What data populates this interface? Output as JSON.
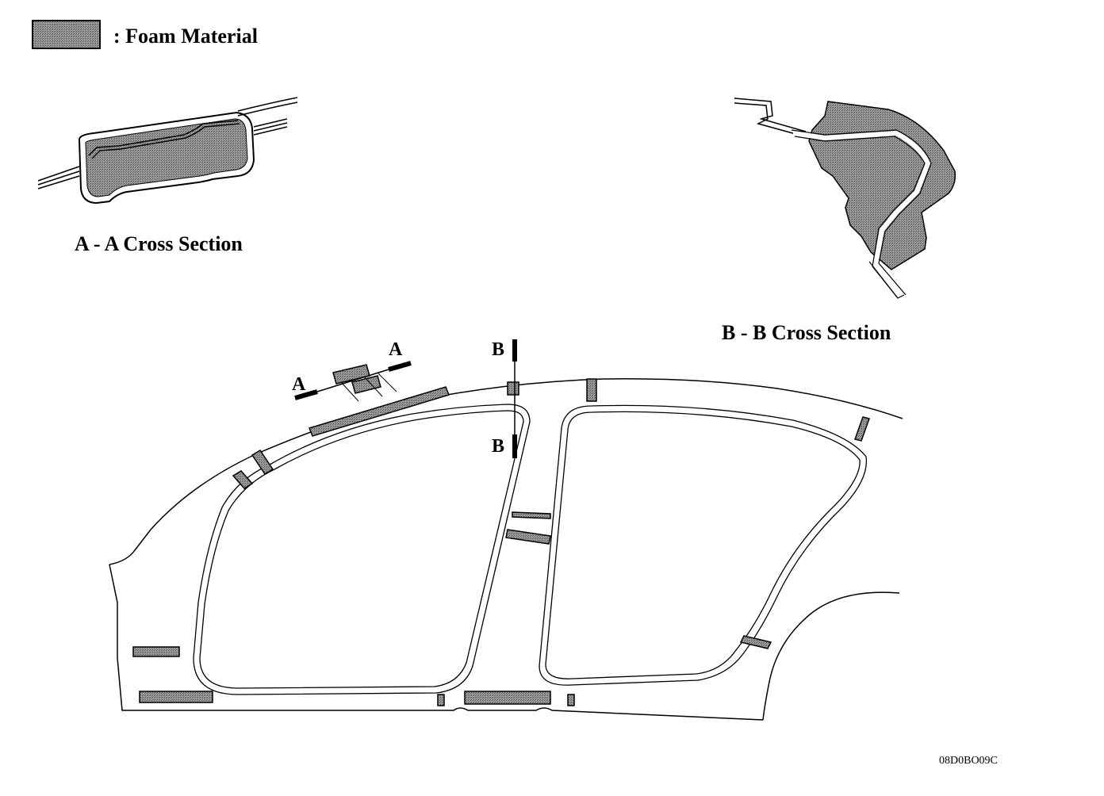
{
  "legend": {
    "label": ": Foam Material"
  },
  "section_aa": {
    "title": "A - A Cross Section",
    "marker_left": "A",
    "marker_right": "A"
  },
  "section_bb": {
    "title": "B - B Cross Section",
    "marker_top": "B",
    "marker_bottom": "B"
  },
  "figure_id": "08D0BO09C",
  "colors": {
    "foam_fill": "#8a8a8a",
    "line": "#000000",
    "background": "#ffffff"
  }
}
